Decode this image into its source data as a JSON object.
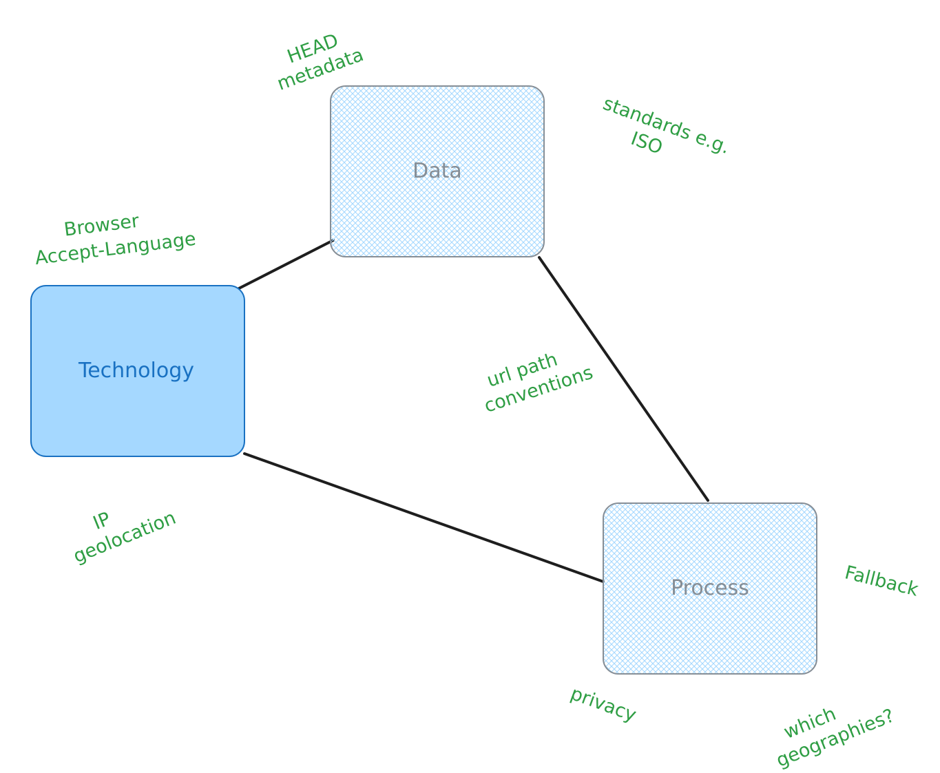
{
  "colors": {
    "connector": "#1e1e1e",
    "annotation": "#2f9e44",
    "technology_fill": "#a5d8ff",
    "technology_stroke": "#1971c2",
    "technology_text": "#1971c2",
    "hatch": "#a5d8ff",
    "hatched_stroke": "#868e96",
    "hatched_text": "#868e96"
  },
  "nodes": {
    "data": "Data",
    "technology": "Technology",
    "process": "Process"
  },
  "annotations": {
    "head_metadata": [
      "HEAD",
      "metadata"
    ],
    "standards": [
      "standards e.g.",
      "ISO"
    ],
    "browser": [
      "Browser",
      "Accept-Language"
    ],
    "url_path": [
      "url path",
      "conventions"
    ],
    "ip_geolocation": [
      "IP",
      "geolocation"
    ],
    "fallback": [
      "Fallback"
    ],
    "privacy": [
      "privacy"
    ],
    "which_geographies": [
      "which",
      "geographies?"
    ]
  }
}
